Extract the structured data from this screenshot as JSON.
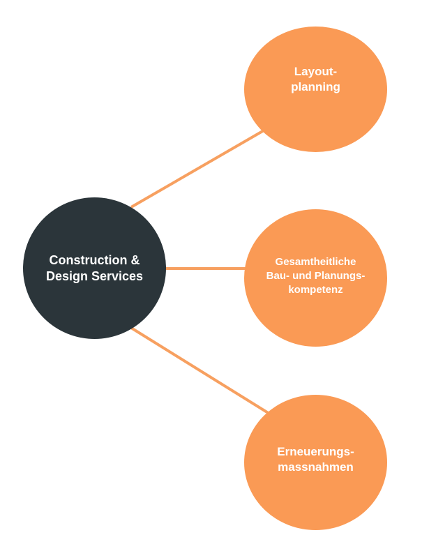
{
  "colors": {
    "center": "#2b353a",
    "branch": "#fa9a55",
    "connector": "#f7a060",
    "text": "#ffffff"
  },
  "center": {
    "lines": [
      "Construction &",
      "Design Services"
    ]
  },
  "branches": [
    {
      "lines": [
        "Layout-",
        "planning"
      ]
    },
    {
      "lines": [
        "Gesamtheitliche",
        "Bau- und Planungs-",
        "kompetenz"
      ]
    },
    {
      "lines": [
        "Erneuerungs-",
        "massnahmen"
      ]
    }
  ]
}
